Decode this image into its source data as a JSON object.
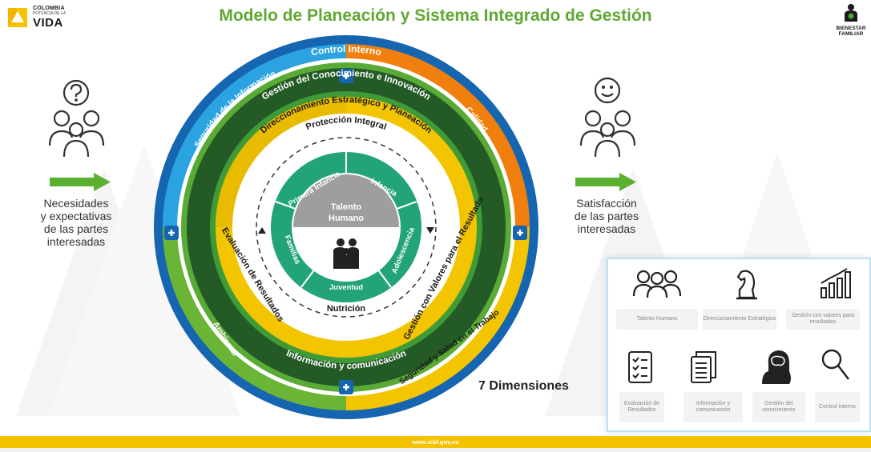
{
  "header": {
    "title": "Modelo de Planeación y Sistema Integrado de Gestión",
    "logo_left": {
      "line1": "COLOMBIA",
      "line2": "POTENCIA DE LA",
      "line3": "VIDA"
    },
    "logo_right": {
      "line1": "BIENESTAR",
      "line2": "FAMILIAR"
    }
  },
  "left_side": {
    "text_lines": [
      "Necesidades",
      "y expectativas",
      "de las partes",
      "interesadas"
    ]
  },
  "right_side": {
    "text_lines": [
      "Satisfacción",
      "de las partes",
      "interesadas"
    ]
  },
  "rings": {
    "outer": "Control Interno",
    "seg_seguridad": "Seguridad de la Información",
    "seg_calidad": "Calidad",
    "seg_ambiental": "Ambiental",
    "seg_sst": "Seguridad y Salud en el Trabajo",
    "gestion_conocimiento": "Gestión del Conocimiento e Innovación",
    "informacion": "Información y comunicación",
    "direccionamiento": "Direccionamiento Estratégico y Planeación",
    "gestion_valores": "Gestión con Valores para el Resultado",
    "evaluacion": "Evaluación de Resultados",
    "proteccion": "Protección Integral",
    "nutricion": "Nutrición",
    "primera_infancia": "Primera Infancia",
    "infancia": "Infancia",
    "adolescencia": "Adolescencia",
    "juventud": "Juventud",
    "familias": "Familias",
    "center_line1": "Talento",
    "center_line2": "Humano"
  },
  "dimensions": {
    "title": "7 Dimensiones",
    "items": [
      {
        "label": "Talento Humano",
        "icon": "people-group-icon"
      },
      {
        "label": "Direccionamiento Estratégico",
        "icon": "chess-knight-icon"
      },
      {
        "label": "Gestión con valores para resultados",
        "icon": "bar-chart-icon"
      },
      {
        "label": "Evaluación de Resultados",
        "icon": "checklist-icon"
      },
      {
        "label": "Información y comunicación",
        "icon": "document-stack-icon"
      },
      {
        "label": "Gestión del conocimiento",
        "icon": "head-brain-icon"
      },
      {
        "label": "Control interno",
        "icon": "magnifier-icon"
      }
    ]
  },
  "footer": {
    "url": "www.icbf.gov.co"
  },
  "colors": {
    "title_green": "#5fa832",
    "ring_blue": "#1565b0",
    "ring_light_blue": "#2aa3e0",
    "ring_orange": "#f07f0e",
    "ring_light_green": "#6bb536",
    "ring_yellow": "#f2c500",
    "ring_dark_green": "#245a26",
    "ring_green": "#3f9a38",
    "ring_teal": "#22a37a",
    "footer_yellow": "#f5c200"
  }
}
